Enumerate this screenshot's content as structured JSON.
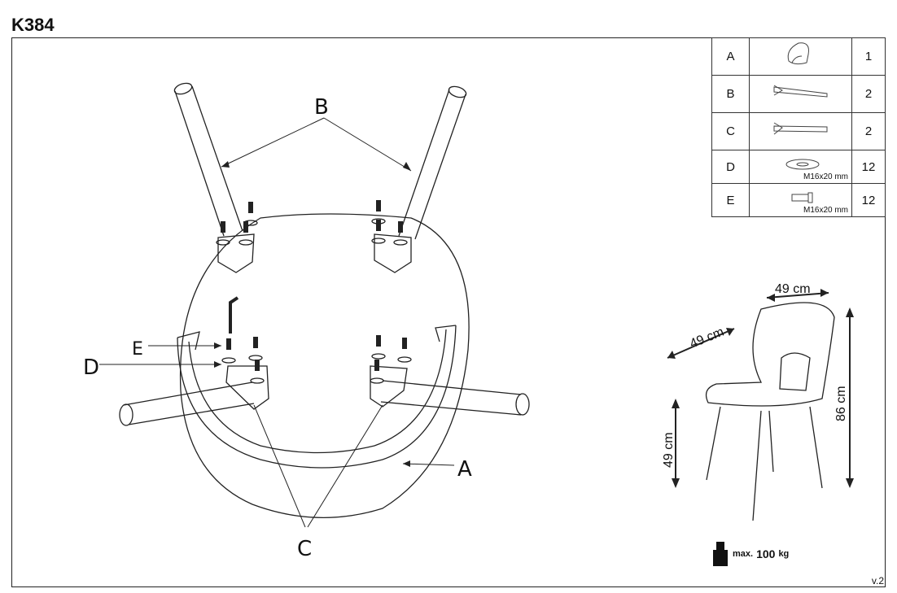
{
  "model": "K384",
  "version": "v.2",
  "labels": {
    "a": "A",
    "b": "B",
    "c": "C",
    "d": "D",
    "e": "E"
  },
  "dimensions": {
    "width": "49 cm",
    "depth": "49 cm",
    "height": "86 cm",
    "seat_height": "49 cm"
  },
  "parts": [
    {
      "letter": "A",
      "qty": "1",
      "spec": "",
      "icon": "seat-shell-icon"
    },
    {
      "letter": "B",
      "qty": "2",
      "spec": "",
      "icon": "back-leg-icon"
    },
    {
      "letter": "C",
      "qty": "2",
      "spec": "",
      "icon": "front-leg-icon"
    },
    {
      "letter": "D",
      "qty": "12",
      "spec": "M16x20 mm",
      "icon": "washer-icon"
    },
    {
      "letter": "E",
      "qty": "12",
      "spec": "M16x20 mm",
      "icon": "bolt-icon"
    }
  ],
  "max_load": {
    "prefix": "max.",
    "value": "100",
    "unit": "kg"
  }
}
